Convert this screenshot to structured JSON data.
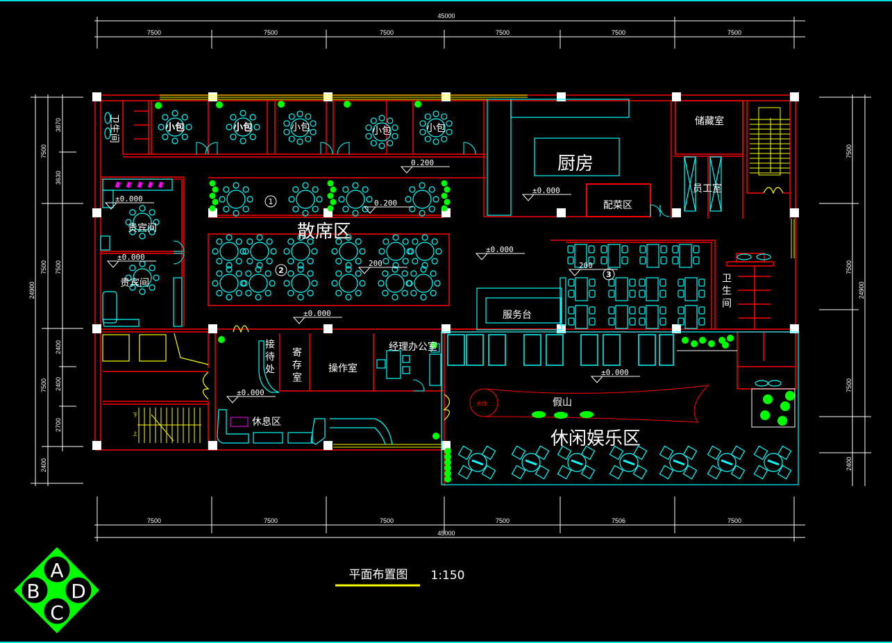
{
  "drawing": {
    "title": "平面布置图",
    "scale": "1:150"
  },
  "dimensions": {
    "total_width": "45000",
    "total_depth": "24900",
    "top_bays": [
      "7500",
      "7500",
      "7500",
      "7500",
      "7500",
      "7500"
    ],
    "bottom_bays": [
      "7500",
      "7500",
      "7500",
      "7500",
      "7506",
      "7500"
    ],
    "left_outer": [
      "7500",
      "7500",
      "7500",
      "2400"
    ],
    "left_inner": [
      "3870",
      "3630",
      "7500",
      "2400",
      "2400",
      "2700"
    ],
    "right_bays": [
      "7500",
      "7500",
      "7500",
      "2400"
    ]
  },
  "rooms": {
    "restroom_nw": "卫生间",
    "private_rooms": [
      "小包",
      "小包",
      "小包",
      "小包",
      "小包"
    ],
    "vip_1": "贵宾间",
    "vip_2": "贵宾间",
    "dining_hall": "散席区",
    "kitchen": "厨房",
    "prep_area": "配菜区",
    "storage": "储藏室",
    "staff_room": "员工室",
    "service_desk": "服务台",
    "restroom_e": "卫生间",
    "reception": "接待处",
    "cloakroom": "寄存室",
    "operations": "操作室",
    "manager_office": "经理办公室",
    "lounge": "休息区",
    "rockery": "假山",
    "water_feature": "水体",
    "leisure_area": "休闲娱乐区"
  },
  "levels": {
    "corridor_top": "0.200",
    "zone1": "0.200",
    "vip1": "±0.000",
    "vip2": "±0.000",
    "zone2": "200",
    "hall": "±0.000",
    "kitchen": "±0.000",
    "center": "±0.000",
    "zone3": "200",
    "lobby": "±0.000",
    "leisure": "±0.000"
  },
  "zone_markers": [
    "1",
    "2",
    "3"
  ],
  "stair_labels": {
    "down": "下",
    "up": "上"
  },
  "compass": {
    "top": "A",
    "left": "B",
    "right": "D",
    "bottom": "C"
  },
  "colors": {
    "wall": "#ff0000",
    "furniture": "#00ffff",
    "plants": "#00ff00",
    "stairs": "#ffff00",
    "text": "#ffffff",
    "accent_magenta": "#ff00ff",
    "background": "#000000"
  }
}
